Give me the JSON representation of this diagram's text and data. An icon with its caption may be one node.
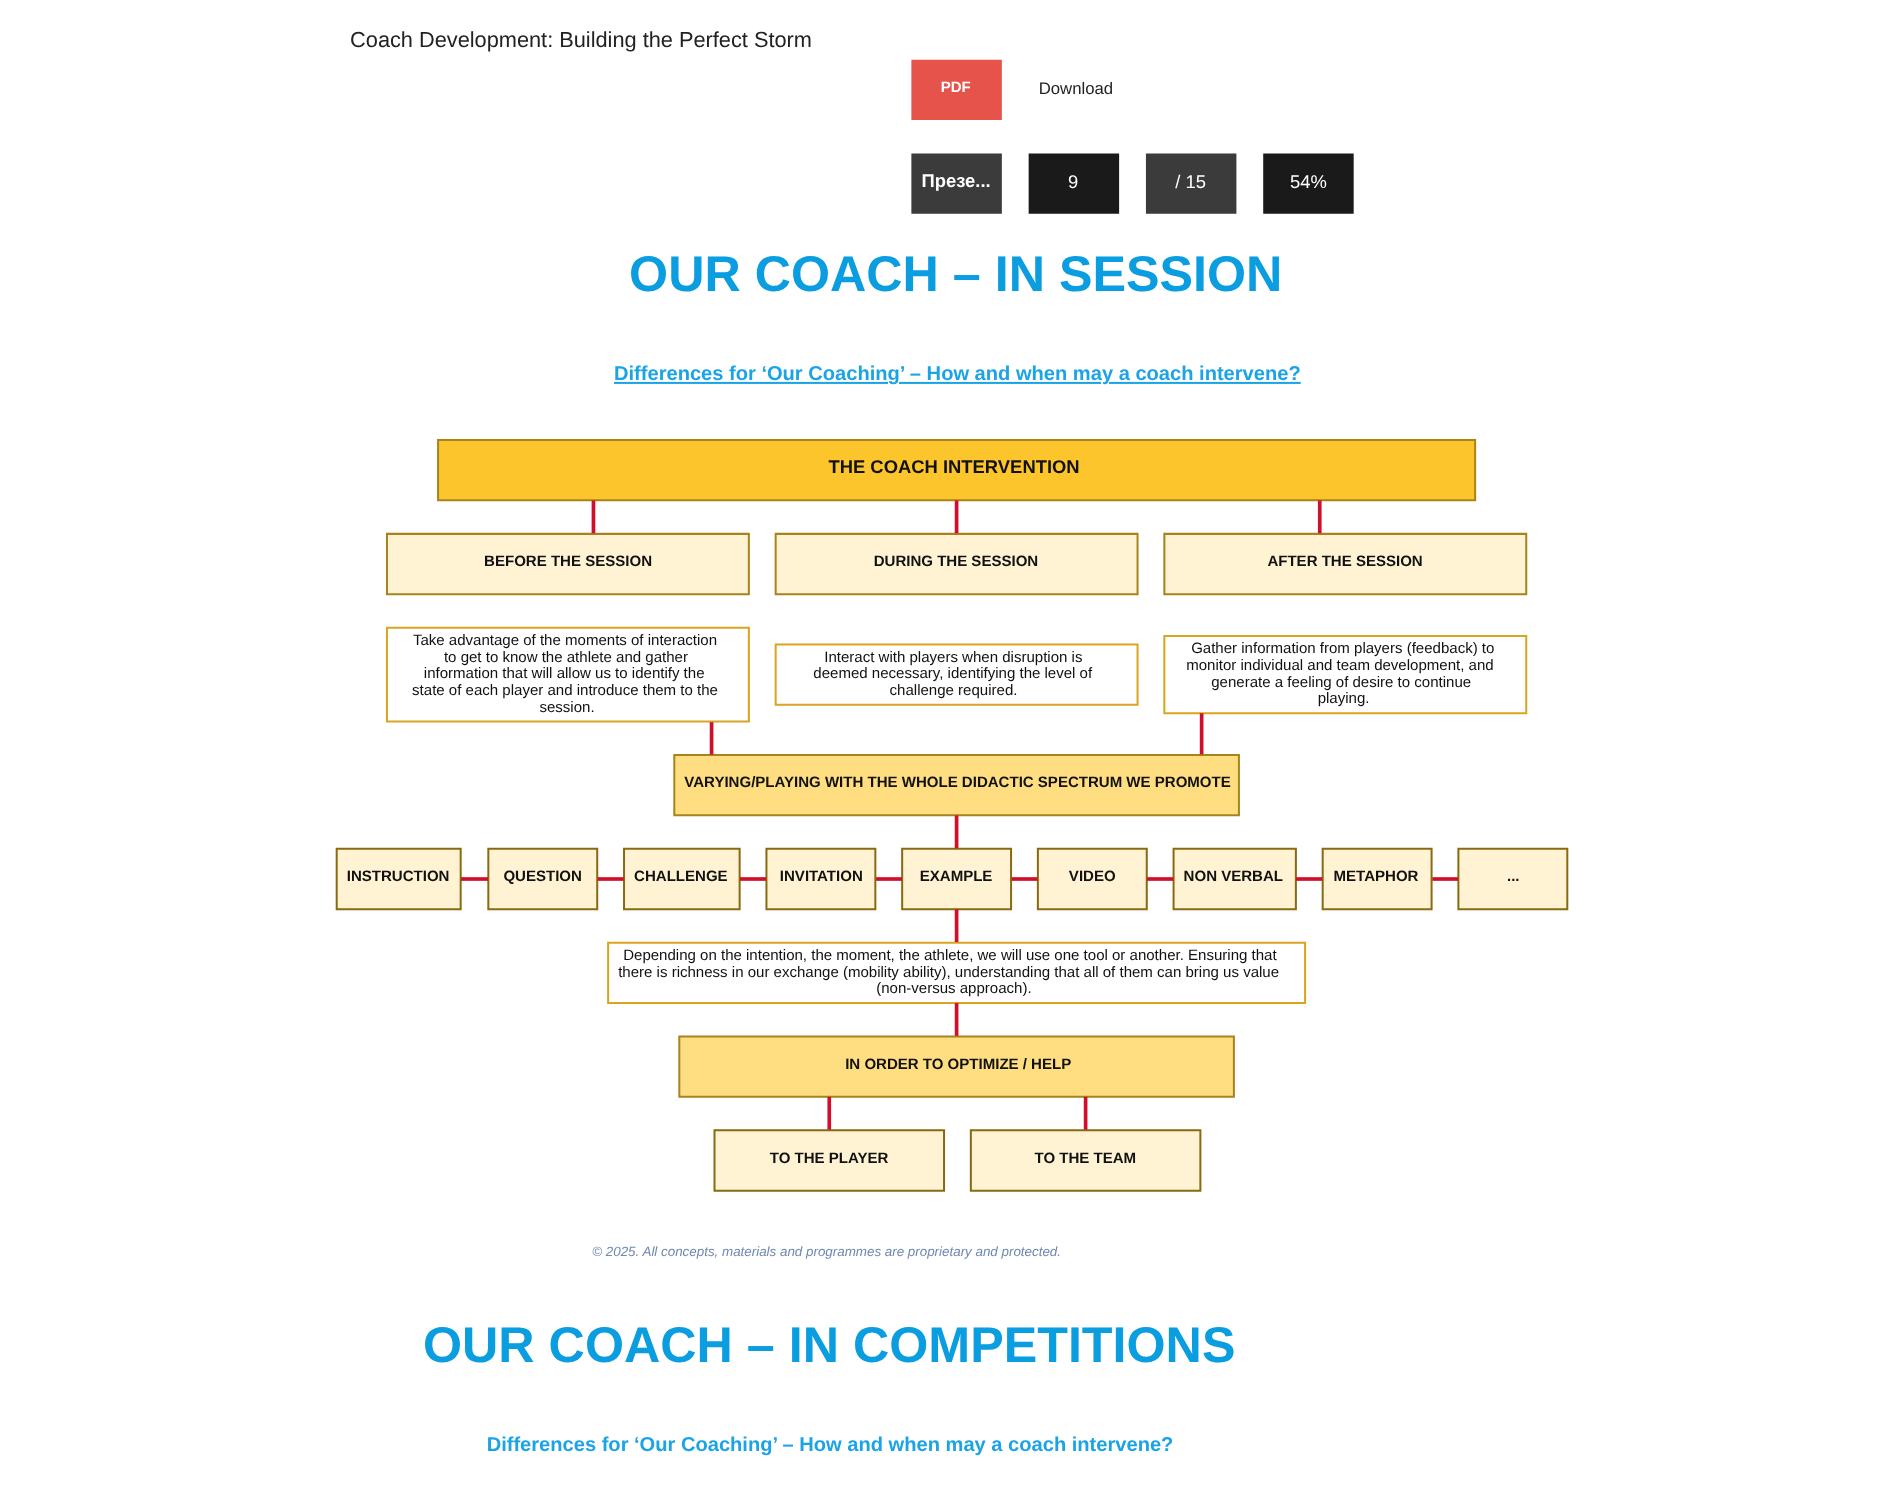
{
  "diagram": {
    "title": "Coach Development: Building the Perfect Storm",
    "nodes": [
      {
        "text": [
          "THE COACH INTERVENTION"
        ]
      },
      {
        "text": [
          "BEFORE THE SESSION"
        ]
      },
      {
        "text": [
          "Take advantage of the moments of interaction to get to know the athlete and gather information that will allow us to identify the state of each player and introduce them to the session."
        ]
      },
      {
        "text": [
          "DURING THE SESSION"
        ]
      },
      {
        "text": [
          "Interact with players when disruption is deemed necessary, identifying the level of challenge required."
        ]
      },
      {
        "text": [
          "AFTER THE SESSION"
        ]
      },
      {
        "text": [
          "Gather information from players (feedback) to monitor individual and team development, and generate a feeling of desire to continue playing."
        ]
      },
      {
        "text": [
          "VARYING/PLAYING WITH THE WHOLE DIDACTIC SPECTRUM WE PROMOTE"
        ]
      },
      {
        "text": [
          "INSTRUCTION"
        ]
      },
      {
        "text": [
          "QUESTION"
        ]
      },
      {
        "text": [
          "CHALLENGE"
        ]
      },
      {
        "text": [
          "INVITATION"
        ]
      },
      {
        "text": [
          "EXAMPLE"
        ]
      },
      {
        "text": [
          "VIDEO"
        ]
      },
      {
        "text": [
          "NON VERBAL"
        ]
      },
      {
        "text": [
          "METAPHOR"
        ]
      },
      {
        "text": [
          "..."
        ]
      },
      {
        "text": [
          "Depending on the intention, the moment, the athlete, we will use one tool or another. Ensuring that there is richness in our exchange (mobility ability), understanding that all of them can bring us value (non-versus approach)."
        ]
      },
      {
        "text": [
          "IN ORDER TO OPTIMIZE / HELP"
        ]
      },
      {
        "text": [
          "TO THE PLAYER"
        ]
      },
      {
        "text": [
          "TO THE TEAM"
        ]
      }
    ],
    "edges": [
      {
        "from": 0,
        "to": 1,
        "arrow": "none"
      },
      {
        "from": 0,
        "to": 3,
        "arrow": "none"
      },
      {
        "from": 0,
        "to": 5,
        "arrow": "none"
      },
      {
        "from": 2,
        "to": 7,
        "arrow": "none"
      },
      {
        "from": 6,
        "to": 7,
        "arrow": "none"
      },
      {
        "from": 7,
        "to": 12,
        "arrow": "none"
      },
      {
        "from": 8,
        "to": 9,
        "arrow": "none"
      },
      {
        "from": 9,
        "to": 10,
        "arrow": "none"
      },
      {
        "from": 10,
        "to": 11,
        "arrow": "none"
      },
      {
        "from": 11,
        "to": 12,
        "arrow": "none"
      },
      {
        "from": 12,
        "to": 13,
        "arrow": "none"
      },
      {
        "from": 13,
        "to": 14,
        "arrow": "none"
      },
      {
        "from": 14,
        "to": 15,
        "arrow": "none"
      },
      {
        "from": 15,
        "to": 16,
        "arrow": "none"
      },
      {
        "from": 12,
        "to": 17,
        "arrow": "none"
      },
      {
        "from": 17,
        "to": 18,
        "arrow": "none"
      },
      {
        "from": 18,
        "to": 19,
        "arrow": "none"
      },
      {
        "from": 18,
        "to": 20,
        "arrow": "none"
      }
    ],
    "labels": [
      "PDF",
      "Download",
      "Презе...",
      "9",
      "/ 15",
      "54%",
      "OUR COACH – IN SESSION",
      "Differences for ‘Our Coaching’ – How and when may a coach intervene?",
      "© 2025. All concepts, materials and programmes are proprietary and protected.",
      "OUR COACH – IN COMPETITIONS",
      "Differences for ‘Our Coaching’ – How and when may a coach intervene?"
    ]
  }
}
